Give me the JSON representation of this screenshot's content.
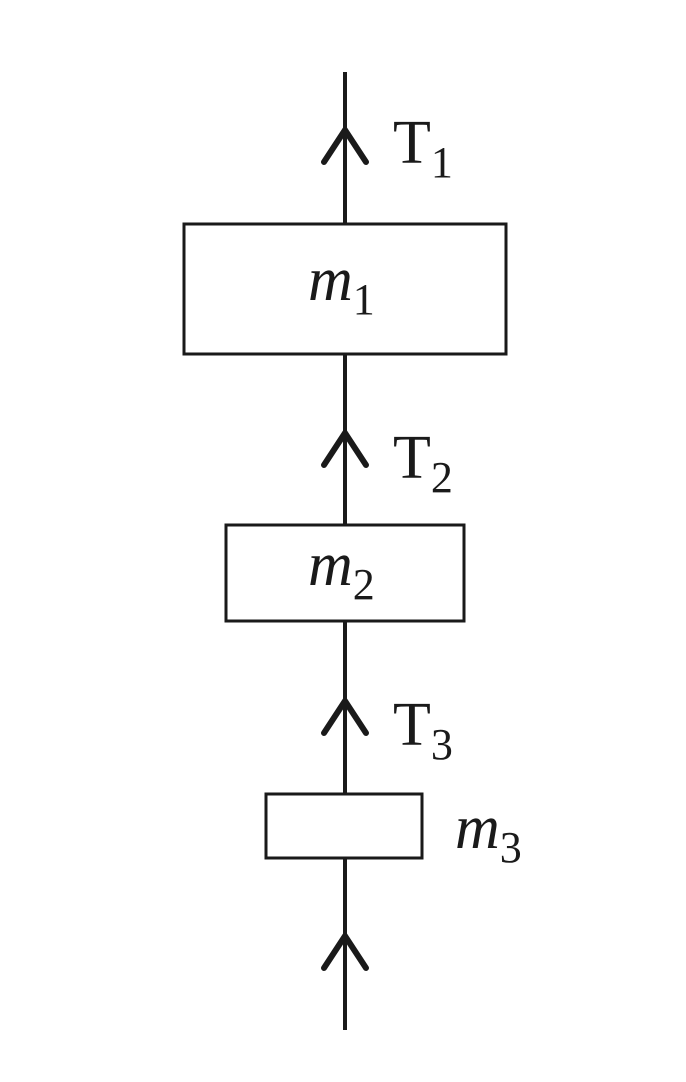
{
  "tensions": [
    {
      "letter": "T",
      "sub": "1"
    },
    {
      "letter": "T",
      "sub": "2"
    },
    {
      "letter": "T",
      "sub": "3"
    }
  ],
  "masses": [
    {
      "letter": "m",
      "sub": "1"
    },
    {
      "letter": "m",
      "sub": "2"
    },
    {
      "letter": "m",
      "sub": "3"
    }
  ],
  "colors": {
    "ink": "#1a1a1a",
    "background": "#ffffff"
  }
}
